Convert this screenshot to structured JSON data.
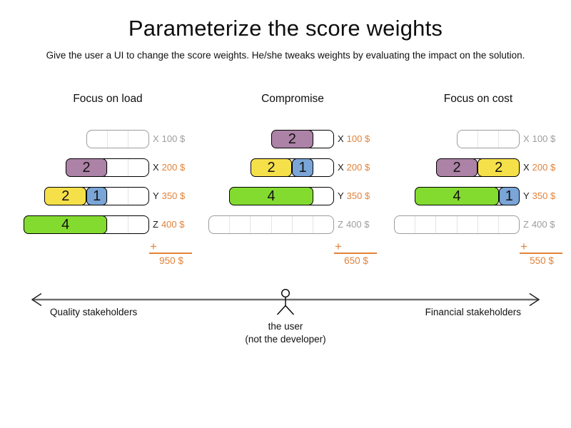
{
  "title": "Parameterize the score weights",
  "subtitle": "Give the user a UI to change the score weights. He/she tweaks weights by evaluating the impact on the solution.",
  "plus_label": "+",
  "colors": {
    "purple": "#ad82a7",
    "yellow": "#f6e04a",
    "blue": "#7aa5d6",
    "green": "#84db30",
    "orange": "#e2823a",
    "inactive_gray": "#9d9d9d"
  },
  "columns": [
    {
      "title": "Focus on load",
      "total": "950 $",
      "rows": [
        {
          "letter": "X",
          "price": "100 $",
          "capacity": 3,
          "active": false,
          "blocks": []
        },
        {
          "letter": "X",
          "price": "200 $",
          "capacity": 4,
          "active": true,
          "blocks": [
            {
              "value": "2",
              "color": "purple"
            }
          ]
        },
        {
          "letter": "Y",
          "price": "350 $",
          "capacity": 5,
          "active": true,
          "blocks": [
            {
              "value": "2",
              "color": "yellow"
            },
            {
              "value": "1",
              "color": "blue"
            }
          ]
        },
        {
          "letter": "Z",
          "price": "400 $",
          "capacity": 6,
          "active": true,
          "blocks": [
            {
              "value": "4",
              "color": "green"
            }
          ]
        }
      ]
    },
    {
      "title": "Compromise",
      "total": "650 $",
      "rows": [
        {
          "letter": "X",
          "price": "100 $",
          "capacity": 3,
          "active": true,
          "blocks": [
            {
              "value": "2",
              "color": "purple"
            }
          ]
        },
        {
          "letter": "X",
          "price": "200 $",
          "capacity": 4,
          "active": true,
          "blocks": [
            {
              "value": "2",
              "color": "yellow"
            },
            {
              "value": "1",
              "color": "blue"
            }
          ]
        },
        {
          "letter": "Y",
          "price": "350 $",
          "capacity": 5,
          "active": true,
          "blocks": [
            {
              "value": "4",
              "color": "green"
            }
          ]
        },
        {
          "letter": "Z",
          "price": "400 $",
          "capacity": 6,
          "active": false,
          "blocks": []
        }
      ]
    },
    {
      "title": "Focus on cost",
      "total": "550 $",
      "rows": [
        {
          "letter": "X",
          "price": "100 $",
          "capacity": 3,
          "active": false,
          "blocks": []
        },
        {
          "letter": "X",
          "price": "200 $",
          "capacity": 4,
          "active": true,
          "blocks": [
            {
              "value": "2",
              "color": "purple"
            },
            {
              "value": "2",
              "color": "yellow"
            }
          ]
        },
        {
          "letter": "Y",
          "price": "350 $",
          "capacity": 5,
          "active": true,
          "blocks": [
            {
              "value": "4",
              "color": "green"
            },
            {
              "value": "1",
              "color": "blue"
            }
          ]
        },
        {
          "letter": "Z",
          "price": "400 $",
          "capacity": 6,
          "active": false,
          "blocks": []
        }
      ]
    }
  ],
  "axis": {
    "left_label": "Quality stakeholders",
    "right_label": "Financial stakeholders",
    "user_caption_line1": "the user",
    "user_caption_line2": "(not the developer)"
  }
}
